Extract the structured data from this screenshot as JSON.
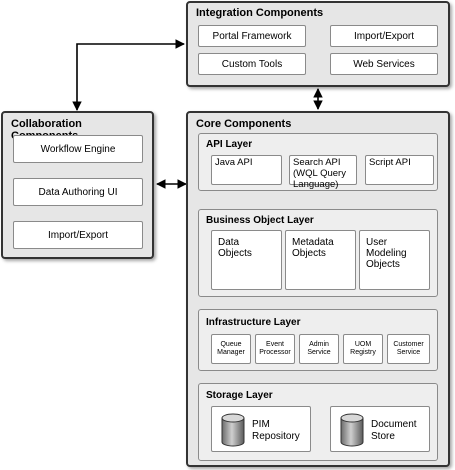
{
  "integration": {
    "title": "Integration Components",
    "items": [
      "Portal Framework",
      "Import/Export",
      "Custom Tools",
      "Web Services"
    ]
  },
  "collaboration": {
    "title": "Collaboration Components",
    "items": [
      "Workflow Engine",
      "Data Authoring UI",
      "Import/Export"
    ]
  },
  "core": {
    "title": "Core Components",
    "api": {
      "title": "API Layer",
      "items": [
        "Java API",
        "Search API (WQL Query Language)",
        "Script API"
      ]
    },
    "business": {
      "title": "Business Object Layer",
      "items": [
        "Data Objects",
        "Metadata Objects",
        "User Modeling Objects"
      ]
    },
    "infrastructure": {
      "title": "Infrastructure Layer",
      "items": [
        "Queue Manager",
        "Event Processor",
        "Admin Service",
        "UOM Registry",
        "Customer Service"
      ]
    },
    "storage": {
      "title": "Storage Layer",
      "items": [
        "PIM Repository",
        "Document Store"
      ]
    }
  }
}
